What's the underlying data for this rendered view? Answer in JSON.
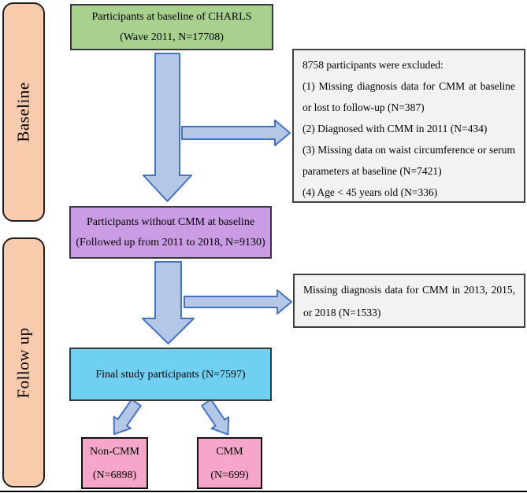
{
  "phases": {
    "baseline_label": "Baseline",
    "followup_label": "Follow up"
  },
  "flow": {
    "baseline_box": {
      "line1": "Participants at baseline of CHARLS",
      "line2": "(Wave 2011, N=17708)"
    },
    "exclusion_box": {
      "title": "8758 participants were excluded:",
      "items": [
        "(1) Missing diagnosis data for CMM at baseline or lost to follow-up (N=387)",
        "(2) Diagnosed with CMM in 2011 (N=434)",
        "(3) Missing data on waist circumference or serum parameters at baseline (N=7421)",
        "(4) Age < 45 years old (N=336)"
      ]
    },
    "no_cmm_box": {
      "line1": "Participants without CMM at baseline",
      "line2": "(Followed up from 2011 to 2018, N=9130)"
    },
    "missing_followup_box": {
      "text": "Missing diagnosis data for CMM in 2013, 2015, or 2018 (N=1533)"
    },
    "final_box": {
      "text": "Final study participants (N=7597)"
    },
    "non_cmm_box": {
      "line1": "Non-CMM",
      "line2": "(N=6898)"
    },
    "cmm_box": {
      "line1": "CMM",
      "line2": "(N=699)"
    }
  },
  "colors": {
    "phase_bar": "#f8cbad",
    "baseline_box": "#a9d18e",
    "no_cmm_box": "#c99ce4",
    "final_box": "#6fd0f2",
    "outcome_boxes": "#f6a6c8",
    "annotation_boxes": "#f2f2f2",
    "arrow_fill": "#b4c7e7",
    "arrow_stroke": "#4472c4",
    "text": "#000000"
  }
}
